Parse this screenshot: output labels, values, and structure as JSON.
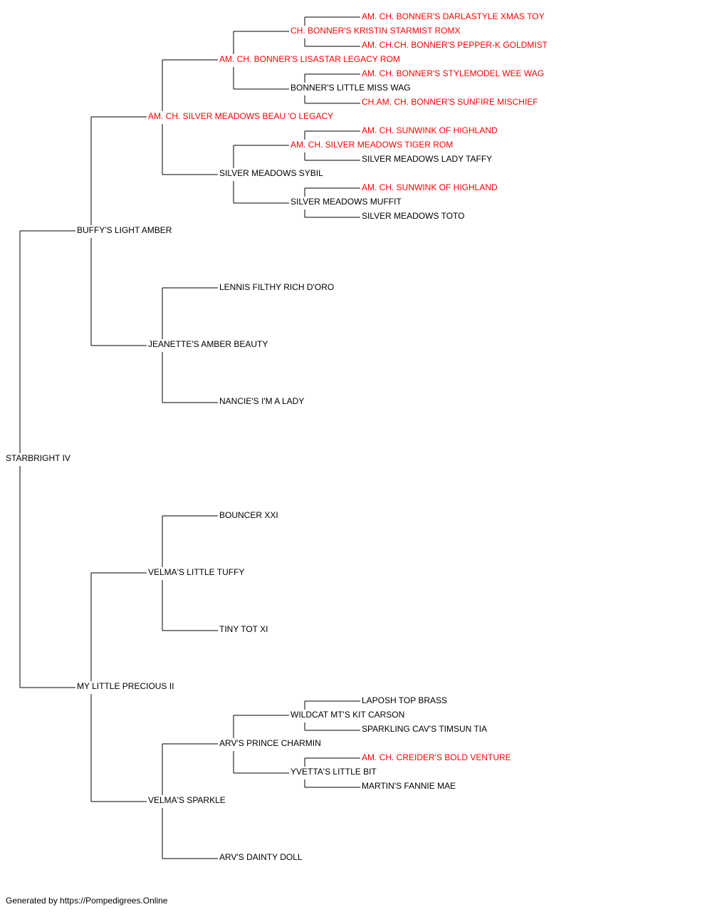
{
  "colors": {
    "champion": "#ff0000",
    "normal": "#000000",
    "line": "#000000",
    "background": "#ffffff"
  },
  "pedigree": {
    "name": "STARBRIGHT IV",
    "champion": false,
    "sire": {
      "name": "BUFFY'S LIGHT AMBER",
      "champion": false,
      "sire": {
        "name": "AM. CH. SILVER MEADOWS BEAU 'O LEGACY",
        "champion": true,
        "sire": {
          "name": "AM. CH. BONNER'S LISASTAR LEGACY ROM",
          "champion": true,
          "sire": {
            "name": "CH. BONNER'S KRISTIN STARMIST ROMX",
            "champion": true,
            "sire": {
              "name": "AM. CH. BONNER'S DARLASTYLE XMAS TOY",
              "champion": true
            },
            "dam": {
              "name": "AM. CH.CH. BONNER'S PEPPER-K GOLDMIST",
              "champion": true
            }
          },
          "dam": {
            "name": "BONNER'S LITTLE MISS WAG",
            "champion": false,
            "sire": {
              "name": "AM. CH. BONNER'S STYLEMODEL WEE WAG",
              "champion": true
            },
            "dam": {
              "name": "CH.AM. CH. BONNER'S SUNFIRE MISCHIEF",
              "champion": true
            }
          }
        },
        "dam": {
          "name": "SILVER MEADOWS SYBIL",
          "champion": false,
          "sire": {
            "name": "AM. CH. SILVER MEADOWS TIGER ROM",
            "champion": true,
            "sire": {
              "name": "AM. CH. SUNWINK OF HIGHLAND",
              "champion": true
            },
            "dam": {
              "name": "SILVER MEADOWS LADY TAFFY",
              "champion": false
            }
          },
          "dam": {
            "name": "SILVER MEADOWS MUFFIT",
            "champion": false,
            "sire": {
              "name": "AM. CH. SUNWINK OF HIGHLAND",
              "champion": true
            },
            "dam": {
              "name": "SILVER MEADOWS TOTO",
              "champion": false
            }
          }
        }
      },
      "dam": {
        "name": "JEANETTE'S AMBER BEAUTY",
        "champion": false,
        "sire": {
          "name": "LENNIS FILTHY RICH D'ORO",
          "champion": false
        },
        "dam": {
          "name": "NANCIE'S I'M A LADY",
          "champion": false
        }
      }
    },
    "dam": {
      "name": "MY LITTLE PRECIOUS II",
      "champion": false,
      "sire": {
        "name": "VELMA'S LITTLE TUFFY",
        "champion": false,
        "sire": {
          "name": "BOUNCER XXI",
          "champion": false
        },
        "dam": {
          "name": "TINY TOT XI",
          "champion": false
        }
      },
      "dam": {
        "name": "VELMA'S SPARKLE",
        "champion": false,
        "sire": {
          "name": "ARV'S PRINCE CHARMIN",
          "champion": false,
          "sire": {
            "name": "WILDCAT MT'S KIT CARSON",
            "champion": false,
            "sire": {
              "name": "LAPOSH TOP BRASS",
              "champion": false
            },
            "dam": {
              "name": "SPARKLING CAV'S TIMSUN TIA",
              "champion": false
            }
          },
          "dam": {
            "name": "YVETTA'S LITTLE BIT",
            "champion": false,
            "sire": {
              "name": "AM. CH. CREIDER'S BOLD VENTURE",
              "champion": true
            },
            "dam": {
              "name": "MARTIN'S FANNIE MAE",
              "champion": false
            }
          }
        },
        "dam": {
          "name": "ARV'S DAINTY DOLL",
          "champion": false
        }
      }
    }
  },
  "footer": {
    "text": "Generated by https://Pompedigrees.Online"
  }
}
